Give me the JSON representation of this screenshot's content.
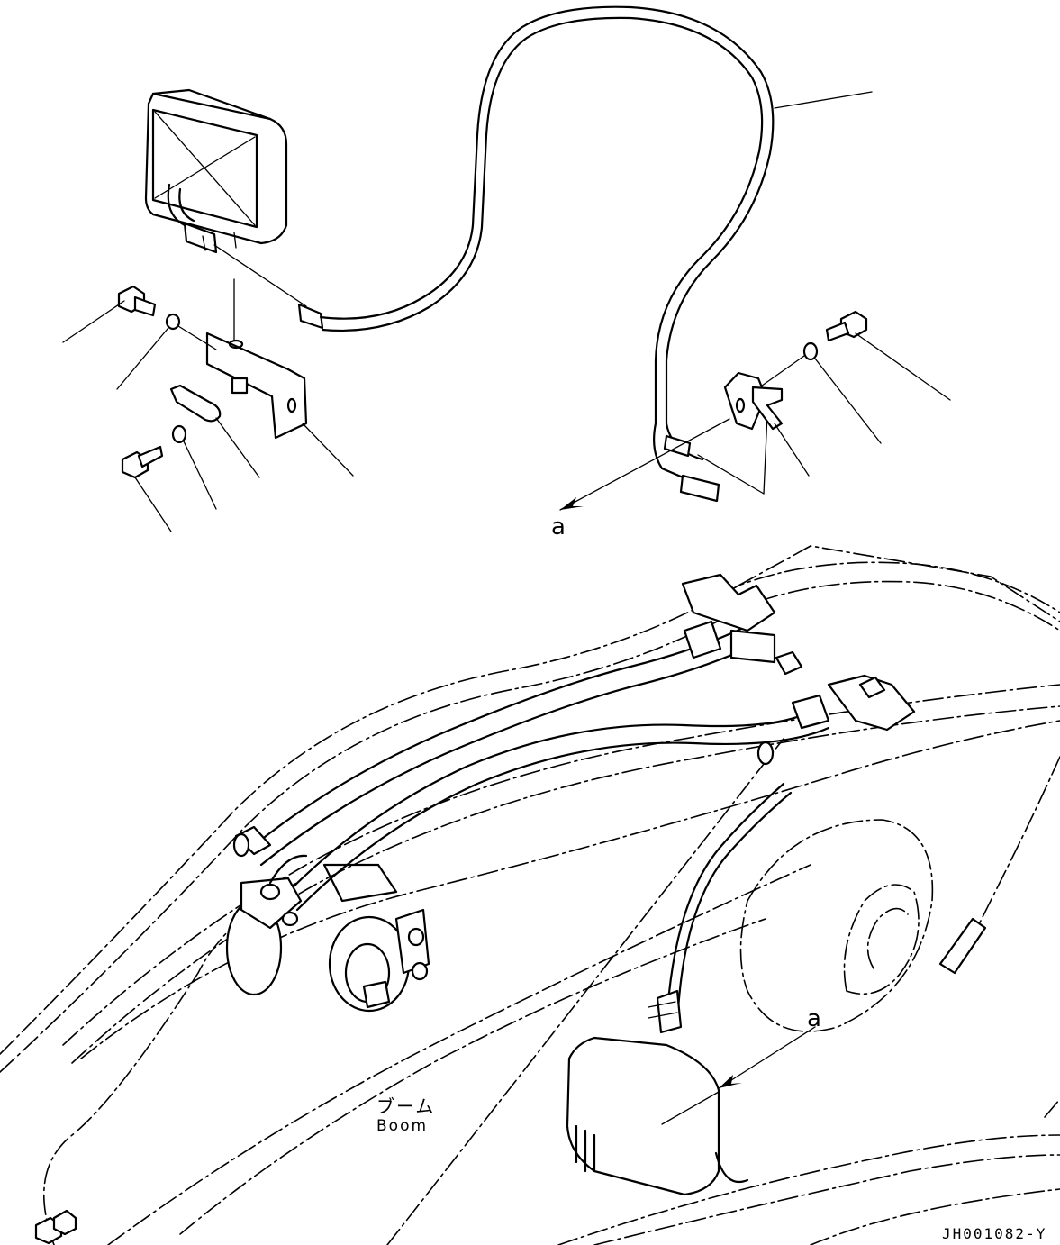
{
  "diagram": {
    "callout_a_upper": "a",
    "callout_a_lower": "a",
    "boom_label_jp": "ブーム",
    "boom_label_en": "Boom",
    "reference_code": "JH001082-Y"
  }
}
